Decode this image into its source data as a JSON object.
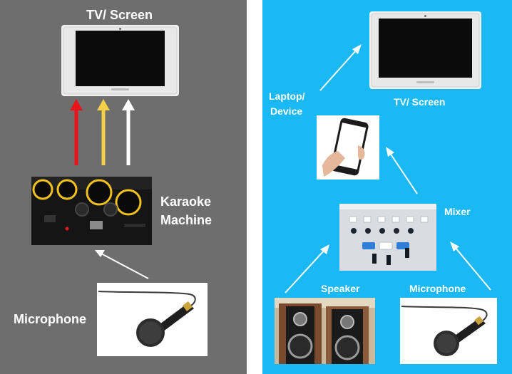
{
  "left": {
    "tv_label": "TV/ Screen",
    "karaoke_label_line1": "Karaoke",
    "karaoke_label_line2": "Machine",
    "microphone_label": "Microphone",
    "signal_arrow_colors": [
      "#e8141a",
      "#f4cf48",
      "#ffffff"
    ]
  },
  "right": {
    "laptop_label_line1": "Laptop/",
    "laptop_label_line2": "Device",
    "tv_label": "TV/ Screen",
    "mixer_label": "Mixer",
    "speaker_label": "Speaker",
    "microphone_label": "Microphone"
  },
  "colors": {
    "left_background": "#6e6e6e",
    "right_background": "#1ab8f5",
    "label_text": "#ffffff"
  }
}
